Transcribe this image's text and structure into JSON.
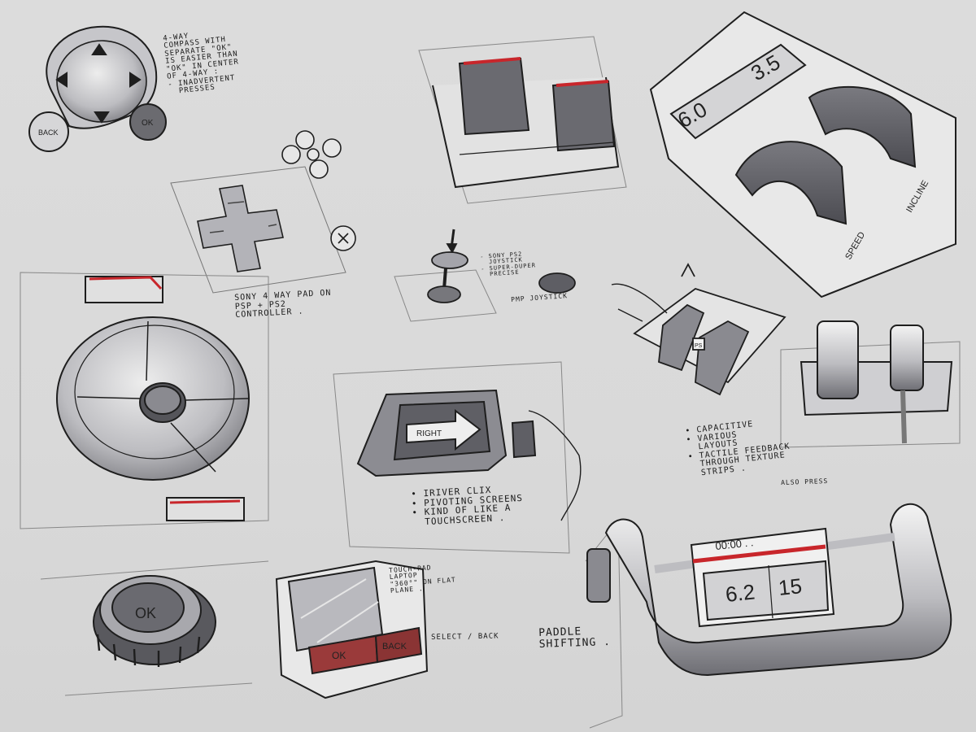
{
  "notes": {
    "compass": "4-WAY\nCOMPASS WITH\nSEPARATE \"OK\"\nIS EASIER THAN\n\"OK\" IN CENTER\nOF 4-WAY :\n- INADVERTENT\n  PRESSES",
    "sony_pad": "SONY 4 WAY PAD ON\nPSP + PS2\nCONTROLLER .",
    "ps2_joystick": "- SONY PS2\n  JOYSTICK\n- SUPER-DUPER\n  PRECISE",
    "pmp_joystick": "PMP JOYSTICK",
    "iriver": "• iRIVER CLiX\n• PIVOTING SCREENS\n• KIND OF LIKE A\n  TOUCHSCREEN .",
    "capacitive": "• CAPACITIVE\n• VARIOUS\n  LAYOUTS\n• TACTILE FEEDBACK\n  THROUGH TEXTURE\n  STRIPS .",
    "also_press": "ALSO PRESS",
    "touchpad": "TOUCH-PAD\nLAPTOP\n\"360°\" ON FLAT\nPLANE .",
    "select_back": "SELECT / BACK",
    "paddle": "PADDLE\nSHIFTING ."
  },
  "labels": {
    "back": "BACK",
    "ok": "OK",
    "right": "RIGHT",
    "dial_ok": "OK",
    "touchpad_ok": "OK",
    "touchpad_back": "BACK",
    "speed_left": "6.0",
    "speed_right": "3.5",
    "incline": "INCLINE",
    "speed": "SPEED",
    "wheel_time": "00:00 . .",
    "wheel_left": "6.2",
    "wheel_right": "15",
    "ps": "PS"
  },
  "colors": {
    "accent_red": "#c8262b",
    "ink": "#1e1e1e",
    "marker_dark": "#5e5e62",
    "marker_mid": "#9a9aa0",
    "paper": "#dadada"
  }
}
